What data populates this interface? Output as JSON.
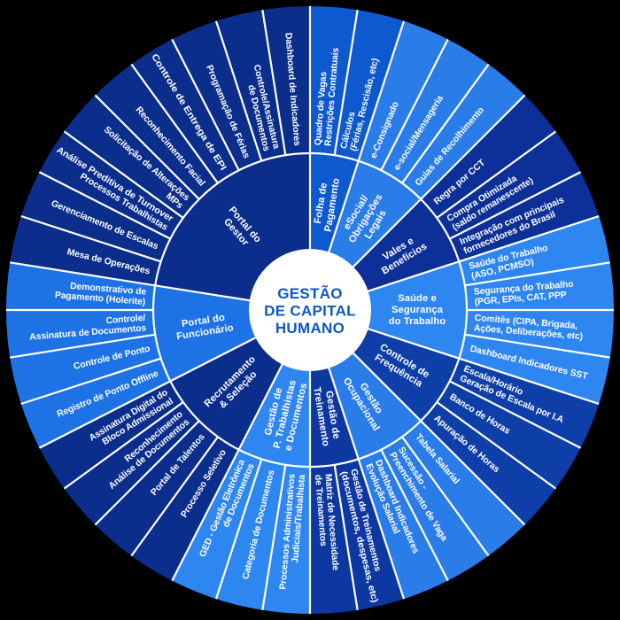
{
  "title": "GESTÃO DE CAPITAL HUMANO",
  "center": {
    "lines": [
      "GESTÃO",
      "DE CAPITAL",
      "HUMANO"
    ]
  },
  "colors": {
    "background": "#000000",
    "center_circle": "#ffffff",
    "center_text": "#0b57cc",
    "divider": "#ffffff",
    "label_text": "#ffffff"
  },
  "wheel": {
    "unit_deg": 9,
    "start": "top-clockwise",
    "groups": [
      {
        "label": "Folha de Pagamento",
        "label_lines": [
          "Folha de",
          "Pagamento"
        ],
        "color": "#0e58d0",
        "items": [
          {
            "label": "Quadro de Vagas Restrições Contratuais",
            "lines": [
              "Quadro de Vagas",
              "Restrições Contratuais"
            ]
          },
          {
            "label": "Cálculos (Férias, Rescisão, etc)",
            "lines": [
              "Cálculos",
              "(Férias, Rescisão, etc)"
            ]
          }
        ]
      },
      {
        "label": "eSocial/Obrigações Legais",
        "label_lines": [
          "eSocial/",
          "Obrigações",
          "Legais"
        ],
        "color": "#2a7ce9",
        "items": [
          {
            "label": "e-Consignado",
            "lines": [
              "e-Consignado"
            ]
          },
          {
            "label": "e-social/Mensageria",
            "lines": [
              "e-social/Mensageria"
            ]
          },
          {
            "label": "Guias de Recolhimento",
            "lines": [
              "Guias de Recolhimento"
            ]
          }
        ]
      },
      {
        "label": "Vales e Benefícios",
        "label_lines": [
          "Vales e",
          "Benefícios"
        ],
        "color": "#0c3098",
        "items": [
          {
            "label": "Regra por CCT",
            "lines": [
              "Regra por CCT"
            ]
          },
          {
            "label": "Compra Otimizada (saldo remanescente)",
            "lines": [
              "Compra Otimizada",
              "(saldo remanescente)"
            ]
          },
          {
            "label": "Integração com principais fornecedores do Brasil",
            "lines": [
              "Integração com principais",
              "fornecedores do Brasil"
            ]
          }
        ]
      },
      {
        "label": "Saúde e Segurança do Trabalho",
        "label_lines": [
          "Saúde e",
          "Segurança",
          "do Trabalho"
        ],
        "color": "#2e86f0",
        "items": [
          {
            "label": "Saúde do Trabalho (ASO, PCMSO)",
            "lines": [
              "Saúde do Trabalho",
              "(ASO, PCMSO)"
            ]
          },
          {
            "label": "Segurança do Trabalho (PGR, EPIs, CAT, PPP",
            "lines": [
              "Segurança do Trabalho",
              "(PGR, EPIs, CAT, PPP"
            ]
          },
          {
            "label": "Comitês (CIPA, Brigada, Ações, Deliberações, etc)",
            "lines": [
              "Comitês (CIPA, Brigada,",
              "Ações, Deliberações, etc)"
            ]
          },
          {
            "label": "Dashboard Indicadores SST",
            "lines": [
              "Dashboard Indicadores SST"
            ]
          }
        ]
      },
      {
        "label": "Controle de Frequência",
        "label_lines": [
          "Controle de",
          "Frequência"
        ],
        "color": "#0e3fa9",
        "items": [
          {
            "label": "Escala/Horário Geração de Escala por I.A",
            "lines": [
              "Escala/Horário",
              "Geração de Escala por I.A"
            ]
          },
          {
            "label": "Banco de Horas",
            "lines": [
              "Banco de Horas"
            ]
          },
          {
            "label": "Apuração de Horas",
            "lines": [
              "Apuração de Horas"
            ]
          }
        ]
      },
      {
        "label": "Gestão Ocupacional",
        "label_lines": [
          "Gestão",
          "Ocupacional"
        ],
        "color": "#2a7ce9",
        "items": [
          {
            "label": "Tabela Salarial",
            "lines": [
              "Tabela Salarial"
            ]
          },
          {
            "label": "Sucessão - Preenchimento de Vaga",
            "lines": [
              "Sucessão -",
              "Preenchimento de Vaga"
            ]
          },
          {
            "label": "Dashboard Indicadores Evolução Salarial",
            "lines": [
              "Dashboard Indicadores",
              "Evolução Salarial"
            ]
          }
        ]
      },
      {
        "label": "Gestão de Treinamento",
        "label_lines": [
          "Gestão de",
          "Treinamento"
        ],
        "color": "#0d38a2",
        "items": [
          {
            "label": "Gestão de Treinamentos (documentos, despesas, etc)",
            "lines": [
              "Gestão de Treinamentos",
              "(documentos, despesas, etc)"
            ]
          },
          {
            "label": "Matriz de Necessidade de Treinamentos",
            "lines": [
              "Matriz de Necessidade",
              "de Treinamentos"
            ]
          }
        ]
      },
      {
        "label": "Gestão de P. Trabalhistas e Documentos",
        "label_lines": [
          "Gestão de",
          "P. Trabalhistas",
          "e Documentos"
        ],
        "color": "#2e86f0",
        "items": [
          {
            "label": "Processos Administrativos Judiciais/Trabalhista",
            "lines": [
              "Processos Administrativos",
              "Judiciais/Trabalhista"
            ]
          },
          {
            "label": "Categoria de Documentos",
            "lines": [
              "Categoria de Documentos"
            ]
          },
          {
            "label": "GED - Gestão Eletrônica de Documentos",
            "lines": [
              "GED - Gestão Eletrônica",
              "de Documentos"
            ]
          }
        ]
      },
      {
        "label": "Recrutamento & Seleção",
        "label_lines": [
          "Recrutamento",
          "& Seleção"
        ],
        "color": "#0b2e8c",
        "items": [
          {
            "label": "Processo Seletivo",
            "lines": [
              "Processo Seletivo"
            ]
          },
          {
            "label": "Portal de Talentos",
            "lines": [
              "Portal de Talentos"
            ]
          },
          {
            "label": "Reconhecimento Análise de Documentos",
            "lines": [
              "Reconhecimento",
              "Análise de Documentos"
            ]
          },
          {
            "label": "Assinatura Digital do Bloco Admissional",
            "lines": [
              "Assinatura Digital do",
              "Bloco Admissional"
            ]
          }
        ]
      },
      {
        "label": "Portal do Funcionário",
        "label_lines": [
          "Portal do",
          "Funcionário"
        ],
        "color": "#1d72e5",
        "items": [
          {
            "label": "Registro de Ponto Offline",
            "lines": [
              "Registro de Ponto Offline"
            ]
          },
          {
            "label": "Controle de Ponto",
            "lines": [
              "Controle de Ponto"
            ]
          },
          {
            "label": "Controle/ Assinatura de Documentos",
            "lines": [
              "Controle/",
              "Assinatura de Documentos"
            ]
          },
          {
            "label": "Demonstrativo de Pagamento (Holerite)",
            "lines": [
              "Demonstrativo de",
              "Pagamento (Holerite)"
            ]
          }
        ]
      },
      {
        "label": "Portal do Gestor",
        "label_lines": [
          "Portal do",
          "Gestor"
        ],
        "color": "#0b2e8c",
        "items": [
          {
            "label": "Mesa de Operações",
            "lines": [
              "Mesa de Operações"
            ]
          },
          {
            "label": "Gerenciamento de Escalas",
            "lines": [
              "Gerenciamento de Escalas"
            ]
          },
          {
            "label": "Análise Preditiva de Turnover Processos Trabalhistas",
            "lines": [
              "Análise Preditiva de Turnover",
              "Processos Trabalhistas"
            ]
          },
          {
            "label": "Solicitação de Alterações MPs",
            "lines": [
              "Solicitação de Alterações",
              "MPs"
            ]
          },
          {
            "label": "Reconhecimento Facial",
            "lines": [
              "Reconhecimento Facial"
            ]
          },
          {
            "label": "Controle de Entrega de EPI",
            "lines": [
              "Controle de Entrega de EPI"
            ]
          },
          {
            "label": "Programação de Férias",
            "lines": [
              "Programação de Férias"
            ]
          },
          {
            "label": "Controle/Assinatura de Documentos",
            "lines": [
              "Controle/Assinatura",
              "de Documentos"
            ]
          },
          {
            "label": "Dashboard de Indicadores",
            "lines": [
              "Dashboard de Indicadores"
            ]
          }
        ]
      }
    ]
  }
}
